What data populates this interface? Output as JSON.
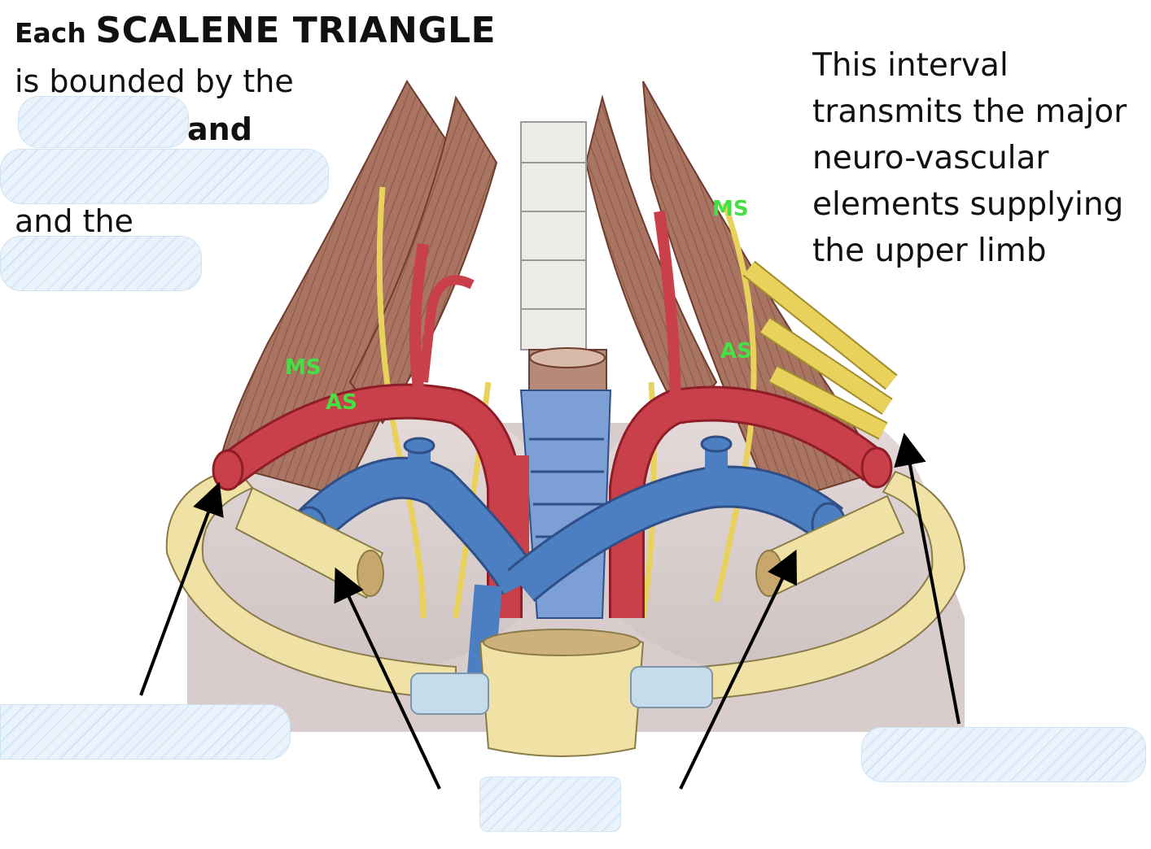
{
  "heading": {
    "prefix": "Each",
    "title": "SCALENE TRIANGLE",
    "line2": "is bounded by the",
    "line3": "and",
    "line4": "and the"
  },
  "note": "This interval transmits the major neuro-vascular elements supplying the upper limb",
  "muscle_tags": {
    "ms_left": "MS",
    "as_left": "AS",
    "ms_right": "MS",
    "as_right": "AS"
  },
  "colors": {
    "muscle": "#a87462",
    "artery": "#c9404a",
    "vein": "#4c7fc2",
    "nerve": "#e8d25c",
    "bone": "#efe2a4",
    "tag": "#44e044",
    "blank_fill": "#eaf3fb"
  }
}
